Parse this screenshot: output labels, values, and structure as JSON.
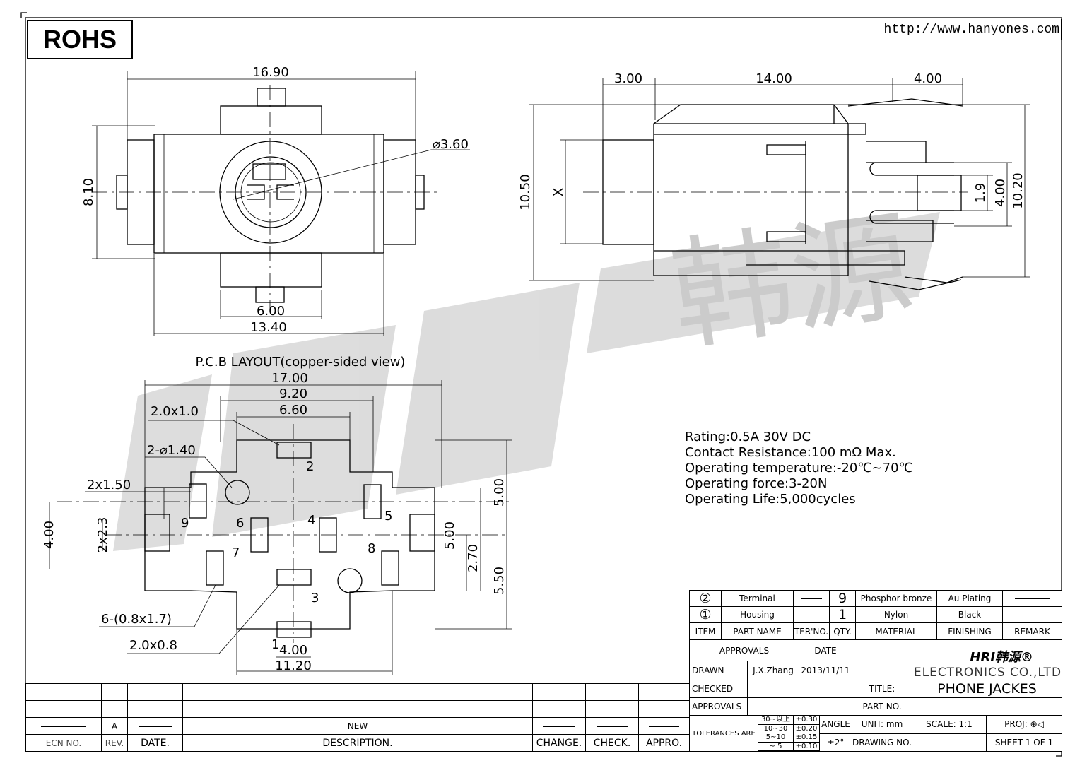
{
  "header": {
    "rohs": "ROHS",
    "url": "http://www.hanyones.com"
  },
  "watermark": {
    "text": "HRI 韩源"
  },
  "top_view": {
    "width": "16.90",
    "height": "8.10",
    "hole": "⌀3.60",
    "inner_width": "6.00",
    "body_width": "13.40"
  },
  "side_view": {
    "d1": "3.00",
    "d2": "14.00",
    "d3": "4.00",
    "height": "10.50",
    "x_label": "X",
    "pin_gap": "1.9",
    "pin_span": "4.00",
    "total": "10.20"
  },
  "pcb": {
    "title": "P.C.B LAYOUT(copper-sided view)",
    "w_total": "17.00",
    "w_mid": "9.20",
    "w_inner": "6.60",
    "slot_a": "2.0x1.0",
    "holes": "2-⌀1.40",
    "slot_b": "2x1.50",
    "left_h": "4.00",
    "left_v": "2x2.3",
    "r1": "5.00",
    "r2": "5.00",
    "r3": "2.70",
    "r4": "5.50",
    "pads": "6-(0.8x1.7)",
    "slot_c": "2.0x0.8",
    "b1": "4.00",
    "b2": "11.20",
    "pins": [
      "1",
      "2",
      "3",
      "4",
      "5",
      "6",
      "7",
      "8",
      "9"
    ]
  },
  "specs": [
    "Rating:0.5A 30V DC",
    "Contact Resistance:100 mΩ Max.",
    "Operating temperature:-20℃~70℃",
    "Operating force:3-20N",
    "Operating Life:5,000cycles"
  ],
  "bom": {
    "rows": [
      {
        "item": "②",
        "name": "Terminal",
        "qty": "9",
        "material": "Phosphor bronze",
        "finishing": "Au Plating"
      },
      {
        "item": "①",
        "name": "Housing",
        "qty": "1",
        "material": "Nylon",
        "finishing": "Black"
      }
    ],
    "headers": [
      "ITEM",
      "PART NAME",
      "TER'NO.",
      "QTY.",
      "MATERIAL",
      "FINISHING",
      "REMARK"
    ]
  },
  "title_block": {
    "approvals": "APPROVALS",
    "date": "DATE",
    "drawn": "DRAWN",
    "drawn_by": "J.X.Zhang",
    "drawn_date": "2013/11/11",
    "checked": "CHECKED",
    "approvals2": "APPROVALS",
    "logo": "HRI韩源®",
    "company": "ELECTRONICS CO.,LTD",
    "title_label": "TITLE:",
    "title": "PHONE JACKES",
    "part_no": "PART NO.",
    "tolerances": "TOLERANCES ARE",
    "tol": [
      [
        "30~以上",
        "±0.30"
      ],
      [
        "10~30",
        "±0.20"
      ],
      [
        "5~10",
        "±0.15"
      ],
      [
        "~ 5",
        "±0.10"
      ]
    ],
    "angle": "ANGLE",
    "angle_tol": "±2°",
    "unit": "UNIT: mm",
    "scale": "SCALE:   1:1",
    "proj": "PROJ:",
    "drawing_no": "DRAWING NO.",
    "sheet": "SHEET   1 OF 1"
  },
  "revision": {
    "ecn": "ECN NO.",
    "rev": "REV.",
    "date": "DATE.",
    "description": "DESCRIPTION.",
    "change": "CHANGE.",
    "check": "CHECK.",
    "appro": "APPRO.",
    "rev_value": "A",
    "desc_value": "NEW"
  }
}
